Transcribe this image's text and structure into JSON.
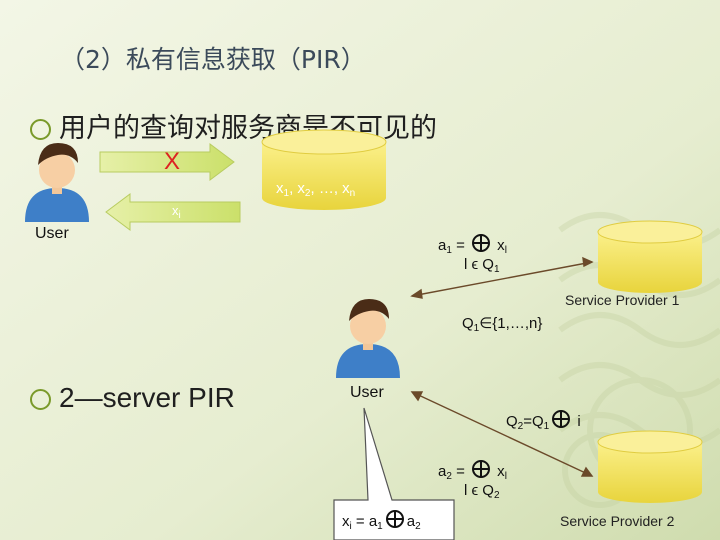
{
  "slide": {
    "title": "（2）私有信息获取（PIR）",
    "bullet1": "用户的查询对服务商是不可见的",
    "bullet2": "2—server PIR"
  },
  "top_diagram": {
    "user_label": "User",
    "x_mark": "X",
    "return_var": "x",
    "return_var_sub": "i",
    "db_label_x": "x",
    "db_sub1": "1",
    "db_sub2": "2",
    "db_subn": "n",
    "db_sep": ", ",
    "db_ellipsis": "…, "
  },
  "sp1": {
    "label": "Service Provider 1",
    "a_lhs": "a",
    "a_sub": "1",
    "eq": " = ",
    "x": " x",
    "x_sub": "l",
    "cond_l": "l ϵ Q",
    "cond_sub": "1"
  },
  "query1": {
    "q": "Q",
    "q_sub": "1",
    "rest": "∈{1,…,n}"
  },
  "user2_label": "User",
  "query2": {
    "q": "Q",
    "q_sub": "2",
    "eq": "=Q",
    "eq_sub": "1",
    "i": " i"
  },
  "sp2": {
    "label": "Service Provider 2",
    "a_lhs": "a",
    "a_sub": "2",
    "eq": " = ",
    "x": " x",
    "x_sub": "l",
    "cond_l": "l ϵ Q",
    "cond_sub": "2"
  },
  "callout": {
    "x": "x",
    "x_sub": "i",
    "eq": " = a",
    "a1_sub": "1",
    "a2": "a",
    "a2_sub": "2"
  },
  "colors": {
    "accent": "#7a9a2a",
    "db_fill": "#f1e25a",
    "x_red": "#d22"
  }
}
